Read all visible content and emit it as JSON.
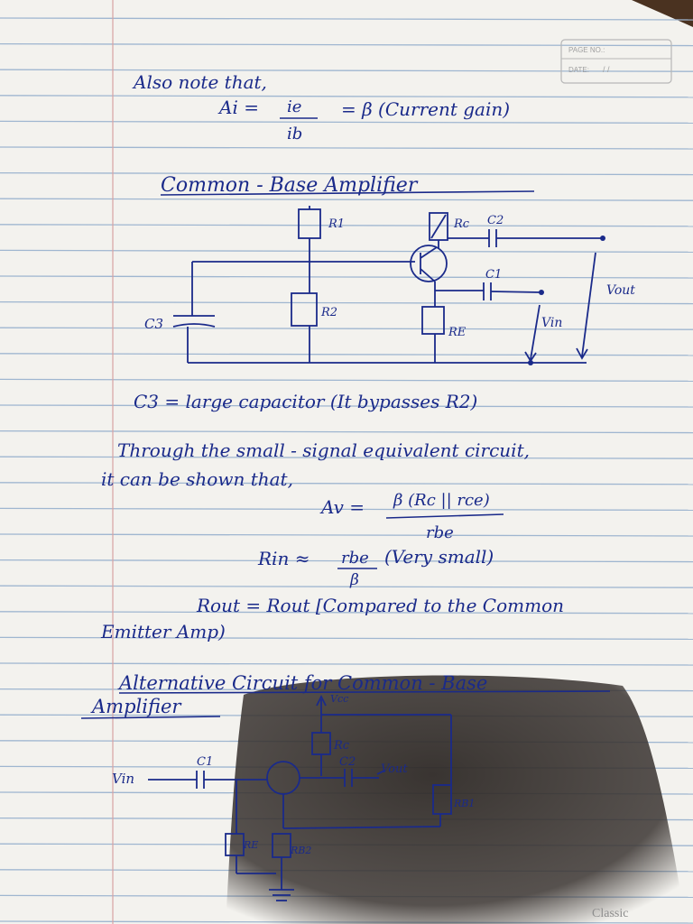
{
  "header_box": {
    "page_no_label": "PAGE NO.:",
    "date_label": "DATE:",
    "date_value": "/     /"
  },
  "notes": {
    "line1": "Also note that,",
    "ai_lhs": "Ai =",
    "ai_num": "ie",
    "ai_den": "ib",
    "ai_rhs": "= β (Current gain)",
    "heading1": "Common - Base Amplifier",
    "c3_note": "C3 = large capacitor (It bypasses R2)",
    "through_line1": "Through the small - signal equivalent circuit,",
    "through_line2": "it can be shown that,",
    "av_lhs": "Av =",
    "av_num": "β (Rc || rce)",
    "av_den": "rbe",
    "rin_lhs": "Rin ≈",
    "rin_num": "rbe",
    "rin_tail": "(Very small)",
    "rin_den": "β",
    "rout_line1": "Rout = Rout [Compared to the Common",
    "rout_line2": "Emitter Amp)",
    "heading2_line1": "Alternative Circuit for Common - Base",
    "heading2_line2": "Amplifier",
    "watermark": "Classic"
  },
  "circuit1_labels": {
    "r1": "R1",
    "rc": "Rc",
    "c2": "C2",
    "c1": "C1",
    "r2": "R2",
    "re": "RE",
    "c3": "C3",
    "vout": "Vout",
    "vin": "Vin"
  },
  "circuit2_labels": {
    "vcc": "Vcc",
    "rc": "Rc",
    "c1": "C1",
    "vin": "Vin",
    "c2": "C2",
    "vout": "Vout",
    "rb1": "RB1",
    "re": "RE",
    "rb2": "RB2"
  },
  "colors": {
    "paper": "#f3f2ee",
    "ruling": "#9fb6d0",
    "margin": "#d6a3a3",
    "ink": "#1a2a8a",
    "shadow": "#3b3532"
  }
}
